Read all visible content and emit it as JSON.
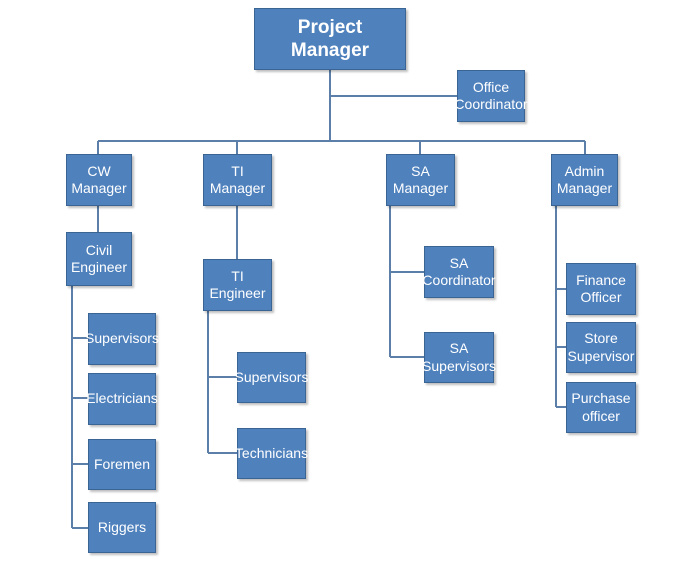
{
  "chart": {
    "top": {
      "label": "Project Manager"
    },
    "office_coordinator": {
      "label": "Office\nCoordinator"
    },
    "cw": {
      "manager": "CW\nManager",
      "engineer": "Civil\nEngineer",
      "staff": [
        "Supervisors",
        "Electricians",
        "Foremen",
        "Riggers"
      ]
    },
    "ti": {
      "manager": "TI Manager",
      "engineer": "TI Engineer",
      "staff": [
        "Supervisors",
        "Technicians"
      ]
    },
    "sa": {
      "manager": "SA Manager",
      "staff": [
        "SA\nCoordinator",
        "SA\nSupervisors"
      ]
    },
    "admin": {
      "manager": "Admin\nManager",
      "staff": [
        "Finance\nOfficer",
        "Store\nSupervisor",
        "Purchase\nofficer"
      ]
    }
  },
  "colors": {
    "box_fill": "#4f81bd",
    "box_border": "#3a6494",
    "connector": "#5b7fa8",
    "text": "#ffffff"
  }
}
